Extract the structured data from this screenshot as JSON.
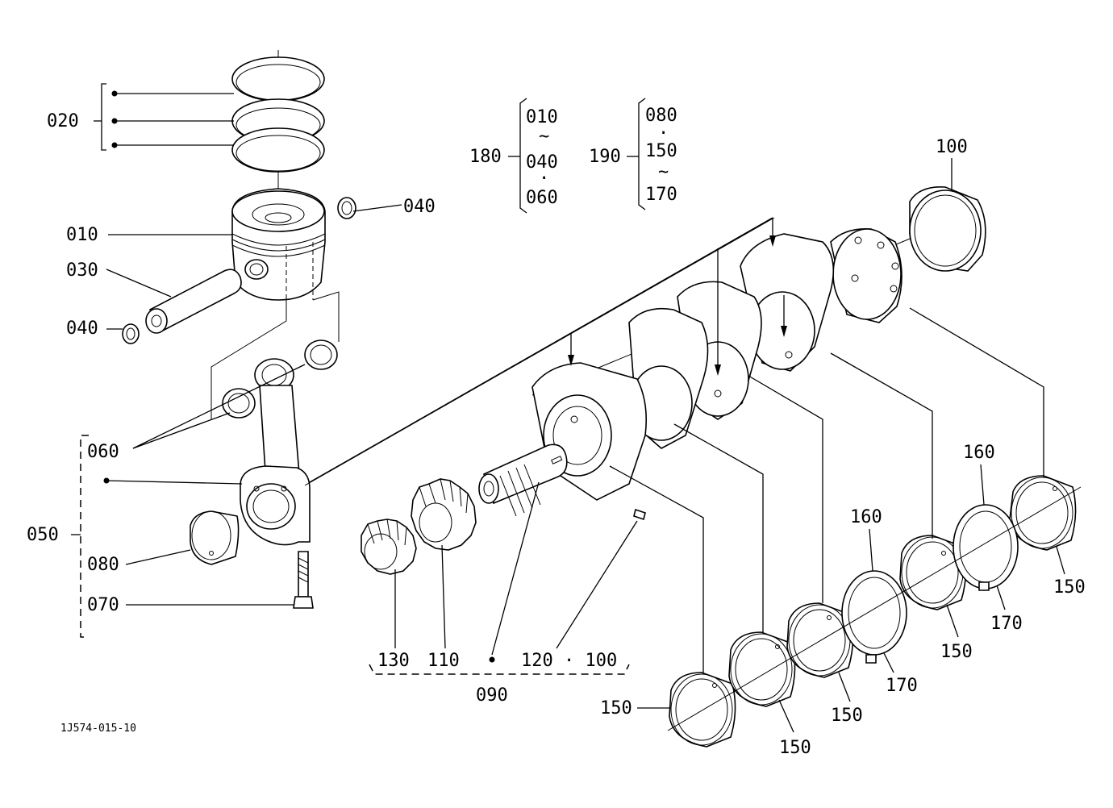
{
  "labels": {
    "p010": "010",
    "p020": "020",
    "p030": "030",
    "p040a": "040",
    "p040b": "040",
    "p050": "050",
    "p060": "060",
    "p070": "070",
    "p080": "080",
    "p090": "090",
    "p100": "100",
    "p110": "110",
    "p120_100": "120 · 100",
    "p130": "130",
    "p150_1": "150",
    "p150_2": "150",
    "p150_3": "150",
    "p150_4": "150",
    "p150_5": "150",
    "p160_1": "160",
    "p160_2": "160",
    "p170_1": "170",
    "p170_2": "170"
  },
  "kit180": {
    "label": "180",
    "items": [
      "010",
      "040",
      "060"
    ],
    "separators": [
      "~",
      "·"
    ]
  },
  "kit190": {
    "label": "190",
    "items": [
      "080",
      "150",
      "170"
    ],
    "separators": [
      "·",
      "~"
    ]
  },
  "drawing_code": "1J574-015-10"
}
